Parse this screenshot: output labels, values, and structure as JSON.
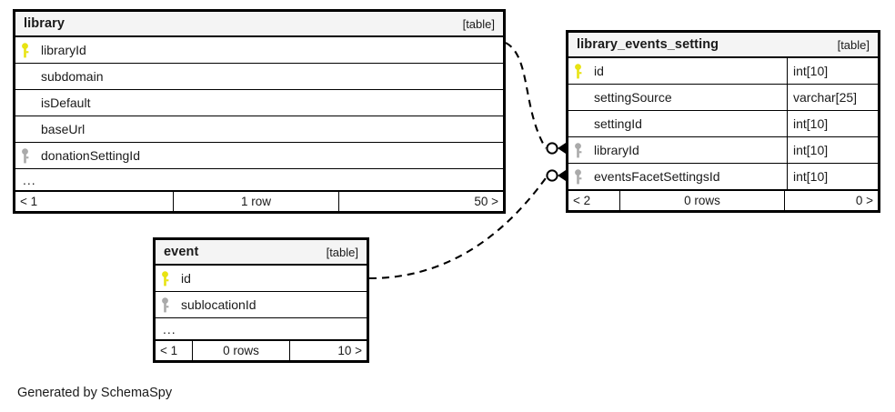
{
  "diagram": {
    "caption": "Generated by SchemaSpy",
    "table_tag": "[table]",
    "ellipsis": "...",
    "colors": {
      "primary_key": "#e8e312",
      "foreign_key": "#aaaaaa",
      "border": "#000000",
      "header_bg": "#f4f4f4",
      "background": "#ffffff"
    }
  },
  "tables": {
    "library": {
      "title": "library",
      "tag": "[table]",
      "columns": [
        {
          "name": "libraryId",
          "key": "primary",
          "type": ""
        },
        {
          "name": "subdomain",
          "key": "none",
          "type": ""
        },
        {
          "name": "isDefault",
          "key": "none",
          "type": ""
        },
        {
          "name": "baseUrl",
          "key": "none",
          "type": ""
        },
        {
          "name": "donationSettingId",
          "key": "foreign",
          "type": ""
        }
      ],
      "has_more": true,
      "footer": {
        "left": "< 1",
        "middle": "1 row",
        "right": "50 >"
      }
    },
    "library_events_setting": {
      "title": "library_events_setting",
      "tag": "[table]",
      "columns": [
        {
          "name": "id",
          "key": "primary",
          "type": "int[10]"
        },
        {
          "name": "settingSource",
          "key": "none",
          "type": "varchar[25]"
        },
        {
          "name": "settingId",
          "key": "none",
          "type": "int[10]"
        },
        {
          "name": "libraryId",
          "key": "foreign",
          "type": "int[10]"
        },
        {
          "name": "eventsFacetSettingsId",
          "key": "foreign",
          "type": "int[10]"
        }
      ],
      "has_more": false,
      "footer": {
        "left": "< 2",
        "middle": "0 rows",
        "right": "0 >"
      }
    },
    "event": {
      "title": "event",
      "tag": "[table]",
      "columns": [
        {
          "name": "id",
          "key": "primary",
          "type": ""
        },
        {
          "name": "sublocationId",
          "key": "foreign",
          "type": ""
        }
      ],
      "has_more": true,
      "footer": {
        "left": "< 1",
        "middle": "0 rows",
        "right": "10 >"
      }
    }
  },
  "relationships": [
    {
      "name": "library-to-library-events-setting",
      "from_table": "library",
      "from_column": "libraryId",
      "to_table": "library_events_setting",
      "to_column": "libraryId",
      "style": "dashed",
      "end_marker": "zero-or-many"
    },
    {
      "name": "event-to-library-events-setting",
      "from_table": "event",
      "from_column": "id",
      "to_table": "library_events_setting",
      "to_column": "eventsFacetSettingsId",
      "style": "dashed",
      "end_marker": "zero-or-many"
    }
  ]
}
